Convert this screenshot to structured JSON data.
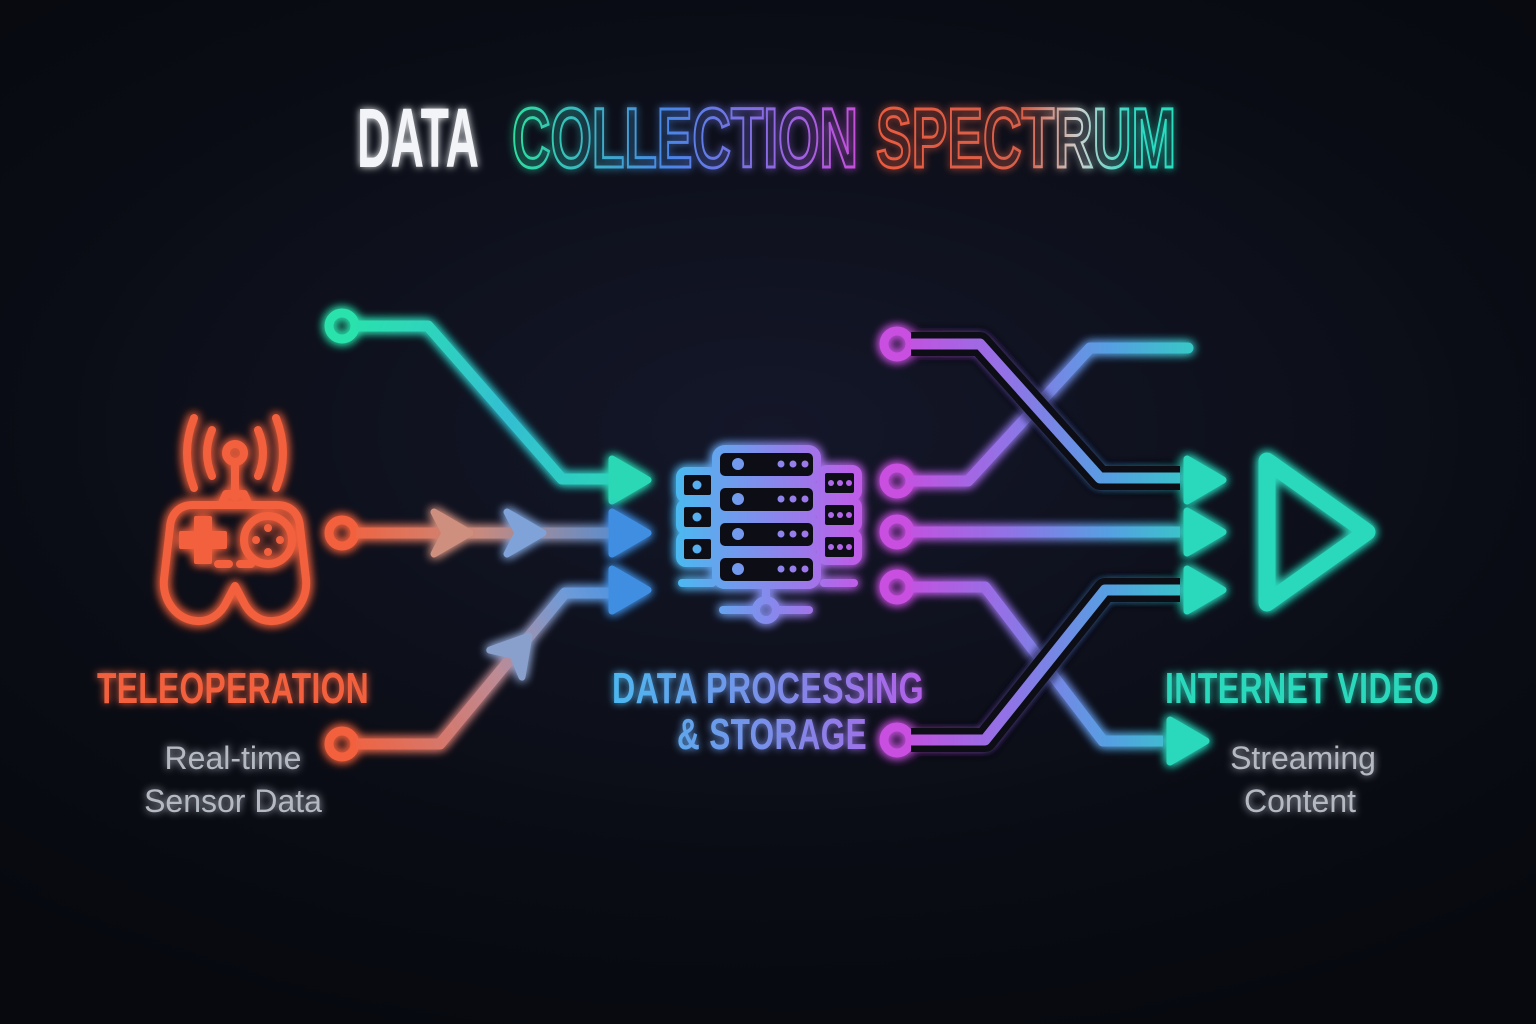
{
  "title": {
    "word1": "DATA",
    "word2": "COLLECTION",
    "word3": "SPECTRUM",
    "style_note": "word1 solid white, word2 neon outline gradient green-to-magenta, word3 neon outline gradient orange-to-teal"
  },
  "sections": {
    "left": {
      "heading": "TELEOPERATION",
      "sub1": "Real-time",
      "sub2": "Sensor Data",
      "icon": "rc-game-controller-with-antenna-icon",
      "accent": "#f2613d"
    },
    "center": {
      "heading1": "DATA PROCESSING",
      "heading2": "& STORAGE",
      "icon": "server-rack-icon",
      "accent_left": "#4cb8f0",
      "accent_right": "#c05ce8"
    },
    "right": {
      "heading": "INTERNET VIDEO",
      "sub1": "Streaming",
      "sub2": "Content",
      "icon": "play-button-icon",
      "accent": "#2bd8bc"
    }
  },
  "flows": {
    "into_processing": [
      {
        "route": "bend-down-from-top",
        "start": "circle-node",
        "end": "arrowhead",
        "gradient": [
          "#2be3ac",
          "#2bd8bc"
        ]
      },
      {
        "route": "straight",
        "start": "circle-node",
        "end": "arrowhead",
        "mid_arrowheads": 2,
        "gradient": [
          "#f2613d",
          "#3f8ee2"
        ]
      },
      {
        "route": "bend-up-from-bottom",
        "start": "circle-node",
        "end": "arrowhead",
        "mid_arrowheads": 1,
        "gradient": [
          "#f2613d",
          "#3f8ee2"
        ]
      }
    ],
    "out_of_processing": [
      {
        "route": "cross-down-upper",
        "start": "circle-node",
        "end": "arrowhead",
        "gradient": [
          "#c84fe0",
          "#2bd8bc"
        ]
      },
      {
        "route": "cross-up-upper",
        "start": "circle-node",
        "end": "open-end",
        "gradient": [
          "#c84fe0",
          "#2bd8bc"
        ]
      },
      {
        "route": "straight-middle",
        "start": "circle-node",
        "end": "arrowhead",
        "gradient": [
          "#c84fe0",
          "#2bd8bc"
        ]
      },
      {
        "route": "cross-down-lower",
        "start": "circle-node",
        "end": "arrowhead",
        "gradient": [
          "#c84fe0",
          "#2bd8bc"
        ]
      },
      {
        "route": "cross-up-lower",
        "start": "circle-node",
        "end": "arrowhead",
        "gradient": [
          "#c84fe0",
          "#2bd8bc"
        ]
      }
    ]
  },
  "colors": {
    "background": "#0b0d16",
    "white": "#f2f4f8",
    "gray": "#b4b9c2",
    "orange": "#f2613d",
    "blue": "#3f8ee2",
    "light_blue": "#4cb8f0",
    "purple": "#b55ee8",
    "magenta": "#c84fe0",
    "teal": "#2bd8bc",
    "green": "#2be3ac"
  }
}
